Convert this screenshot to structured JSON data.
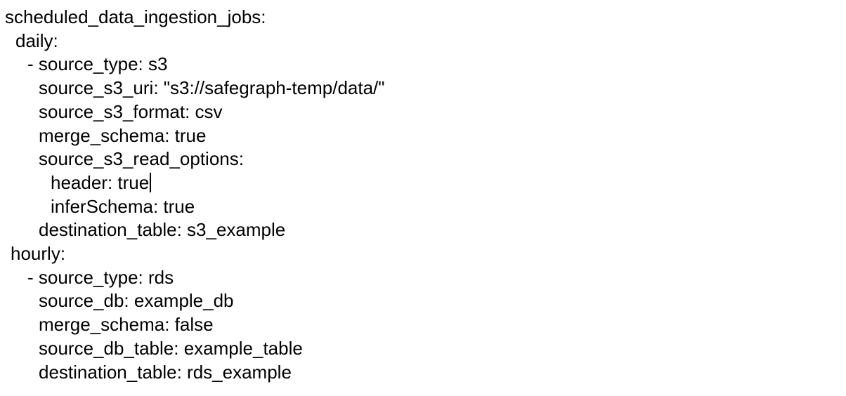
{
  "document": {
    "lines": [
      {
        "indent": 0,
        "text": "scheduled_data_ingestion_jobs:"
      },
      {
        "indent": 1,
        "text": "daily:"
      },
      {
        "indent": 2,
        "text": "- source_type: s3"
      },
      {
        "indent": 3,
        "text": "source_s3_uri: \"s3://safegraph-temp/data/\""
      },
      {
        "indent": 3,
        "text": "source_s3_format: csv"
      },
      {
        "indent": 3,
        "text": "merge_schema: true"
      },
      {
        "indent": 3,
        "text": "source_s3_read_options:"
      },
      {
        "indent": 4,
        "text": "header: true",
        "caret": true
      },
      {
        "indent": 4,
        "text": "inferSchema: true"
      },
      {
        "indent": 3,
        "text": "destination_table: s3_example"
      },
      {
        "indent": 5,
        "text": "hourly:"
      },
      {
        "indent": 2,
        "text": "- source_type: rds"
      },
      {
        "indent": 3,
        "text": "source_db: example_db"
      },
      {
        "indent": 3,
        "text": "merge_schema: false"
      },
      {
        "indent": 3,
        "text": "source_db_table: example_table"
      },
      {
        "indent": 3,
        "text": "destination_table: rds_example"
      }
    ]
  }
}
